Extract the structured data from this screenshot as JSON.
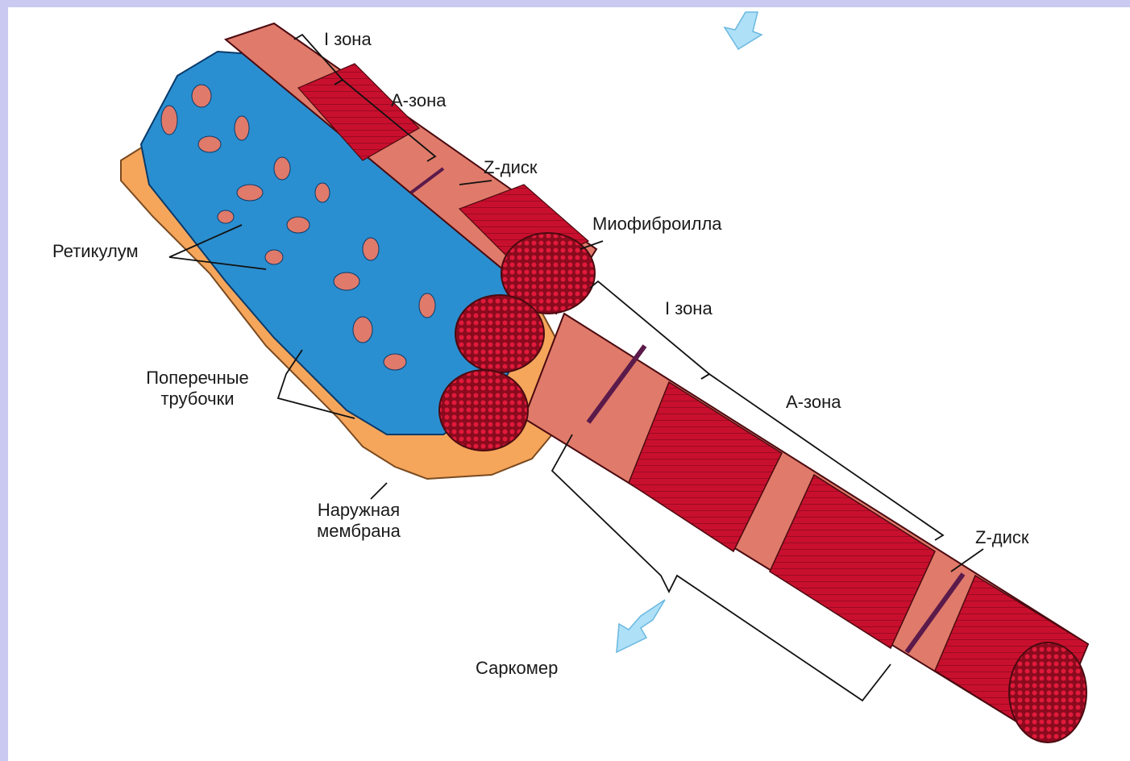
{
  "labels": {
    "i_zone_top": "I зона",
    "a_zone_top": "A-зона",
    "z_disk_top": "Z-диск",
    "myofibril": "Миофиброилла",
    "reticulum": "Ретикулум",
    "t_tubules_line1": "Поперечные",
    "t_tubules_line2": "трубочки",
    "outer_membrane_line1": "Наружная",
    "outer_membrane_line2": "мембрана",
    "i_zone_mid": "I зона",
    "a_zone_mid": "A-зона",
    "z_disk_bottom": "Z-диск",
    "sarcomere": "Саркомер"
  },
  "colors": {
    "frame": "#c9c9f2",
    "a_band": "#c8102e",
    "i_band": "#e07a6a",
    "reticulum": "#2a8fd0",
    "membrane": "#f5a65b",
    "z_line": "#5a1a4a",
    "arrow": "#aee0f7"
  }
}
